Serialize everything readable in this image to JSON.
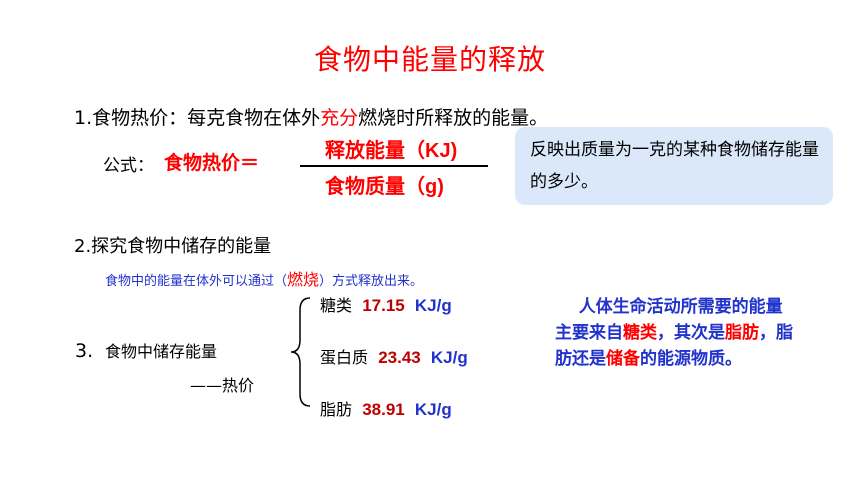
{
  "title": "食物中能量的释放",
  "line1": {
    "prefix": "1.",
    "text_a": "食物热价：每克食物在体外",
    "highlight": "充分",
    "text_b": "燃烧时所释放的能量。"
  },
  "formula": {
    "label": "公式：",
    "lhs": "食物热价＝",
    "numerator": "释放能量（KJ)",
    "denominator": "食物质量（g)"
  },
  "note": {
    "text": "反映出质量为一克的某种食物储存能量的多少。"
  },
  "line2": {
    "text": "2.探究食物中储存的能量"
  },
  "subline": {
    "text_a": "食物中的能量在体外可以通过（",
    "highlight": "燃烧",
    "text_b": "）方式释放出来。"
  },
  "line3": {
    "prefix": "3.",
    "text": "食物中储存能量",
    "heat": "——热价"
  },
  "items": [
    {
      "name": "糖类",
      "value": "17.15",
      "unit": "KJ/g"
    },
    {
      "name": "蛋白质",
      "value": "23.43",
      "unit": "KJ/g"
    },
    {
      "name": "脂肪",
      "value": "38.91",
      "unit": "KJ/g"
    }
  ],
  "right": {
    "t1": "人体生命活动所需要的能量主要来自",
    "h1": "糖类",
    "t2": "，其次是",
    "h2": "脂肪",
    "t3": "，脂肪还是",
    "h3": "储备",
    "t4": "的能源物质。"
  },
  "colors": {
    "title": "#ff0000",
    "value": "#c00000",
    "unit": "#2233cc",
    "note_bg": "#dae8fa"
  }
}
